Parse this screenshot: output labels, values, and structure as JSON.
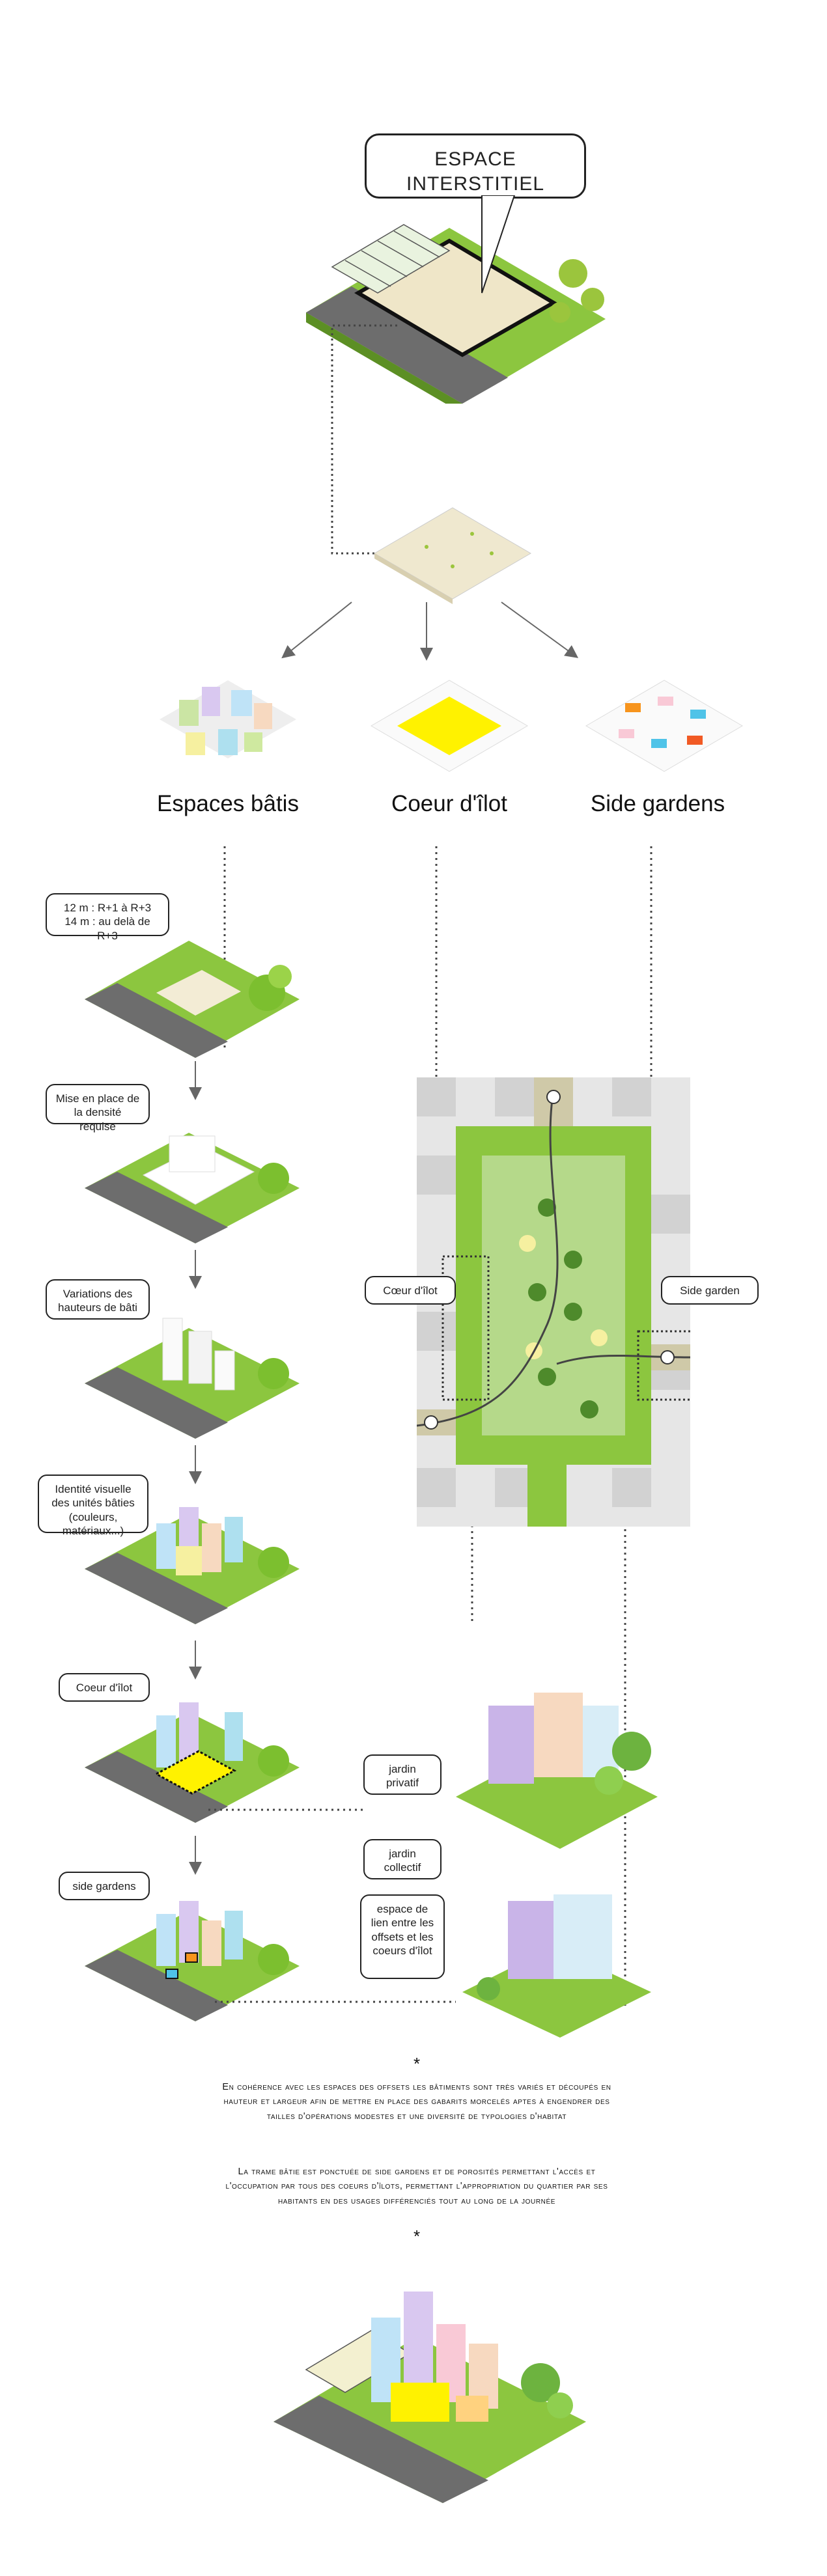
{
  "labels": {
    "espace_interstitiel": "ESPACE INTERSTITIEL",
    "espaces_batis": "Espaces bâtis",
    "coeur_ilot": "Coeur d'îlot",
    "side_gardens": "Side gardens",
    "step1_line1": "12 m : R+1 à R+3",
    "step1_line2": "14 m : au delà de R+3",
    "step2": "Mise en place de la densité requise",
    "step3": "Variations des hauteurs de bâti",
    "step4": "Identité visuelle des unités bâties (couleurs, matériaux...)",
    "step5": "Coeur d'îlot",
    "step6": "side gardens",
    "plan_coeur": "Cœur d'îlot",
    "plan_side": "Side garden",
    "jardin_privatif": "jardin privatif",
    "jardin_collectif": "jardin collectif",
    "espace_lien": "espace de lien entre les offsets et les coeurs d'îlot"
  },
  "text": {
    "star1": "*",
    "paragraph1": "En cohérence avec les espaces des offsets les bâtiments sont très variés et découpés en hauteur et largeur afin de mettre en place des gabarits morcelés aptes à engendrer des tailles d'opérations modestes et une diversité de typologies d'habitat",
    "paragraph2": "La trame bâtie est ponctuée de side gardens et de porosités permettant l'accès et l'occupation par tous des coeurs d'îlots, permettant l'appropriation du quartier par ses habitants en des usages différenciés tout au long de la journée",
    "star2": "*"
  },
  "colors": {
    "grass": "#8cc63f",
    "light_grass": "#c9e29a",
    "road": "#6d6d6d",
    "yellow": "#fff200",
    "plan_grey": "#dcdcdc",
    "coeur_fill": "#b5d98a"
  }
}
